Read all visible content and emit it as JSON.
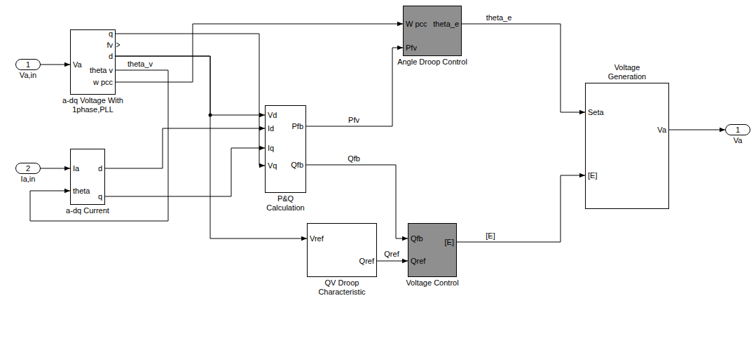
{
  "diagram": {
    "nodes": [
      {
        "text": [
          "1",
          "Va,in"
        ]
      },
      {
        "text": [
          "2",
          "Ia,in"
        ]
      },
      {
        "text": [
          "a-dq Voltage With 1phase,PLL",
          "Va",
          "q",
          "fv",
          "d",
          "theta v",
          "w pcc"
        ]
      },
      {
        "text": [
          "a-dq Current",
          "Ia",
          "theta",
          "d",
          "q"
        ]
      },
      {
        "text": [
          "P&Q Calculation",
          "Vd",
          "Id",
          "Iq",
          "Vq",
          "Pfb",
          "Qfb"
        ]
      },
      {
        "text": [
          "Angle Droop Control",
          "W pcc",
          "Pfv",
          "theta_e"
        ]
      },
      {
        "text": [
          "QV Droop Characteristic",
          "Vref",
          "Qref"
        ]
      },
      {
        "text": [
          "Voltage Control",
          "Qfb",
          "Qref",
          "[E]"
        ]
      },
      {
        "text": [
          "Voltage Generation",
          "Seta",
          "[E]",
          "Va"
        ]
      },
      {
        "text": [
          "1",
          "Va"
        ]
      }
    ],
    "edges": [
      {
        "from": 0,
        "to": 2,
        "arrow": "to"
      },
      {
        "from": 1,
        "to": 3,
        "arrow": "to"
      },
      {
        "from": 2,
        "to": 5,
        "arrow": "to"
      },
      {
        "from": 2,
        "to": 3,
        "label": "theta_v",
        "arrow": "to"
      },
      {
        "from": 2,
        "to": 4,
        "arrow": "to"
      },
      {
        "from": 2,
        "to": 6,
        "arrow": "to"
      },
      {
        "from": 2,
        "to": 4,
        "arrow": "to"
      },
      {
        "from": 3,
        "to": 4,
        "arrow": "to"
      },
      {
        "from": 3,
        "to": 4,
        "arrow": "to"
      },
      {
        "from": 4,
        "to": 5,
        "label": "Pfv",
        "arrow": "to"
      },
      {
        "from": 4,
        "to": 7,
        "label": "Qfb",
        "arrow": "to"
      },
      {
        "from": 6,
        "to": 7,
        "label": "Qref",
        "arrow": "to"
      },
      {
        "from": 5,
        "to": 8,
        "label": "theta_e",
        "arrow": "to"
      },
      {
        "from": 7,
        "to": 8,
        "label": "[E]",
        "arrow": "to"
      },
      {
        "from": 8,
        "to": 9,
        "arrow": "to"
      }
    ]
  }
}
